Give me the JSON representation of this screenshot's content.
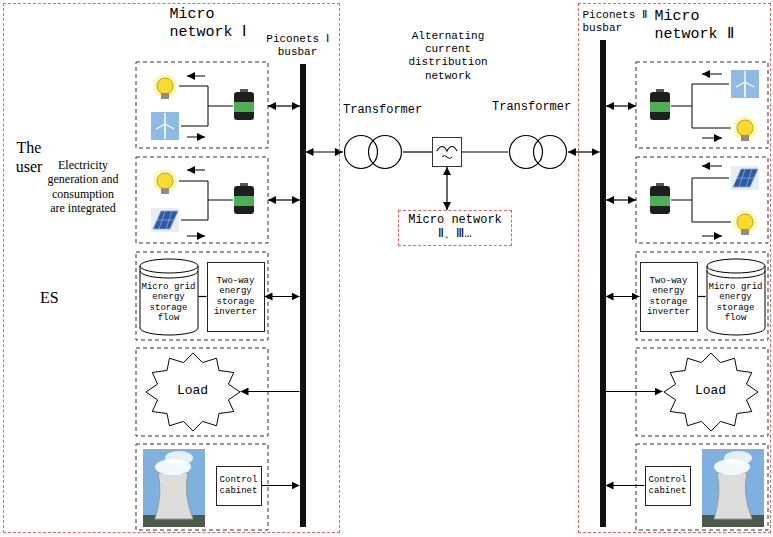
{
  "diagram": {
    "nodes": [
      {
        "text": [
          "Micro network Ⅰ"
        ]
      },
      {
        "text": [
          "Piconets Ⅰ busbar"
        ],
        "in": 0
      },
      {
        "text": [
          "Micro grid energy storage flow"
        ],
        "in": 0
      },
      {
        "text": [
          "Two-way energy storage inverter"
        ],
        "in": 0
      },
      {
        "text": [
          "Load"
        ],
        "in": 0
      },
      {
        "text": [
          "Control cabinet"
        ],
        "in": 0
      },
      {
        "text": [
          "Transformer"
        ]
      },
      {
        "text": [
          "Alternating current distribution network"
        ]
      },
      {
        "text": [
          "Transformer"
        ]
      },
      {
        "text": [
          "Micro network Ⅱ、Ⅲ…"
        ]
      },
      {
        "text": [
          "Micro network Ⅱ"
        ]
      },
      {
        "text": [
          "Piconets Ⅱ busbar"
        ],
        "in": 10
      },
      {
        "text": [
          "Two-way energy storage inverter"
        ],
        "in": 10
      },
      {
        "text": [
          "Micro grid energy storage flow"
        ],
        "in": 10
      },
      {
        "text": [
          "Load"
        ],
        "in": 10
      },
      {
        "text": [
          "Control cabinet"
        ],
        "in": 10
      }
    ],
    "edges": [
      {
        "from": 2,
        "to": 3,
        "arrow": "none"
      },
      {
        "from": 3,
        "to": 1,
        "arrow": "both"
      },
      {
        "from": 1,
        "to": 4,
        "arrow": "to"
      },
      {
        "from": 5,
        "to": 1,
        "arrow": "to"
      },
      {
        "from": 1,
        "to": 6,
        "arrow": "both"
      },
      {
        "from": 6,
        "to": 7,
        "arrow": "none"
      },
      {
        "from": 7,
        "to": 8,
        "arrow": "none"
      },
      {
        "from": 8,
        "to": 11,
        "arrow": "both"
      },
      {
        "from": 7,
        "to": 9,
        "arrow": "both"
      },
      {
        "from": 11,
        "to": 12,
        "arrow": "both"
      },
      {
        "from": 12,
        "to": 13,
        "arrow": "none"
      },
      {
        "from": 11,
        "to": 14,
        "arrow": "to"
      },
      {
        "from": 15,
        "to": 11,
        "arrow": "to"
      }
    ],
    "labels": [
      "The user",
      "Electricity generation and consumption are integrated",
      "ES"
    ]
  }
}
